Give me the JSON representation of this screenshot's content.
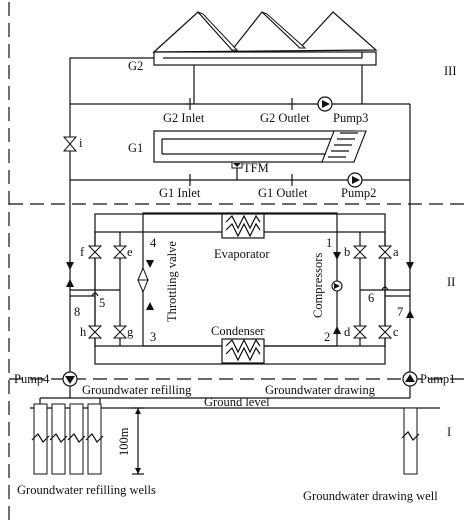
{
  "zones": {
    "upper": "III",
    "middle": "II",
    "lower": "I"
  },
  "buildings": {
    "g2": "G2",
    "g1": "G1"
  },
  "pipe_labels": {
    "g2_inlet": "G2 Inlet",
    "g2_outlet": "G2 Outlet",
    "g1_inlet": "G1 Inlet",
    "g1_outlet": "G1 Outlet",
    "tfm": "TFM"
  },
  "pumps": {
    "pump1": "Pump1",
    "pump2": "Pump2",
    "pump3": "Pump3",
    "pump4": "Pump4"
  },
  "components": {
    "evaporator": "Evaporator",
    "condenser": "Condenser",
    "compressors": "Compressors",
    "throttling_valve": "Throttling valve"
  },
  "valves": [
    "a",
    "b",
    "c",
    "d",
    "e",
    "f",
    "g",
    "h",
    "i"
  ],
  "nodes": [
    "1",
    "2",
    "3",
    "4",
    "5",
    "6",
    "7",
    "8"
  ],
  "ground": {
    "refilling": "Groundwater  refilling",
    "drawing": "Groundwater drawing",
    "level": "Ground level",
    "depth": "100m",
    "refilling_wells": "Groundwater refilling wells",
    "drawing_well": "Groundwater drawing well"
  }
}
